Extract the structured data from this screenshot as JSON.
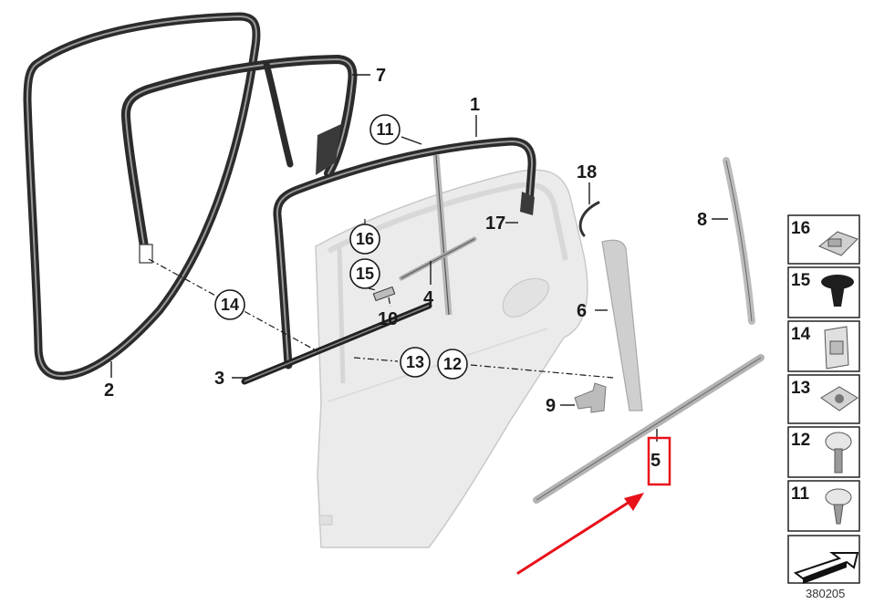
{
  "diagram": {
    "labels": {
      "l1": "1",
      "l2": "2",
      "l3": "3",
      "l4": "4",
      "l5": "5",
      "l6": "6",
      "l7": "7",
      "l8": "8",
      "l9": "9",
      "l10": "10",
      "l17": "17",
      "l18": "18"
    },
    "circled": {
      "c11": "11",
      "c12": "12",
      "c13": "13",
      "c14": "14",
      "c15": "15",
      "c16": "16"
    },
    "highlight_color": "#e8101a",
    "arrow_color": "#e8101a"
  },
  "side_panel": {
    "items": [
      {
        "number": "16",
        "icon": "clip-icon"
      },
      {
        "number": "15",
        "icon": "expanding-rivet-icon"
      },
      {
        "number": "14",
        "icon": "spring-nut-icon"
      },
      {
        "number": "13",
        "icon": "clip-nut-icon"
      },
      {
        "number": "12",
        "icon": "torx-screw-icon"
      },
      {
        "number": "11",
        "icon": "oval-head-screw-icon"
      }
    ],
    "footer_icon": "direction-arrow-icon"
  },
  "diagram_code": "380205"
}
